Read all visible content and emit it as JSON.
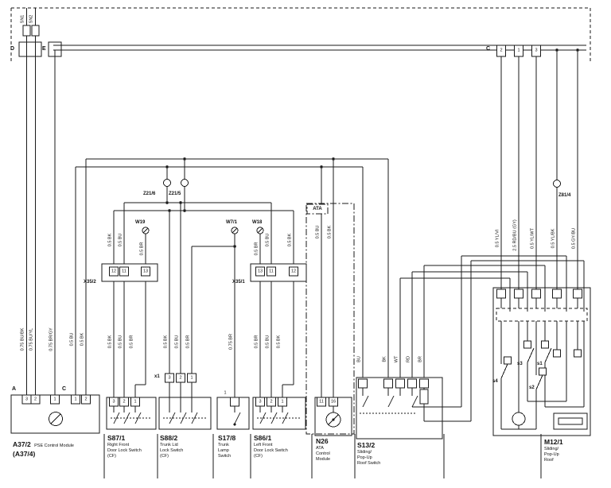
{
  "bus": {
    "sn1": "SN1",
    "sn2": "SN2",
    "d": "D",
    "e": "E",
    "c": "C",
    "c_pins": [
      "2",
      "1",
      "3"
    ]
  },
  "splices": {
    "z21_6": "Z21/6",
    "z21_5": "Z21/5",
    "z81_4": "Z81/4"
  },
  "grounds": {
    "w19": "W19",
    "w7_1": "W7/1",
    "w18": "W18"
  },
  "misc": {
    "ata": "ATA",
    "x1": "x1"
  },
  "connectors": {
    "x35_2": {
      "label": "X35/2",
      "pins": [
        "12",
        "11",
        "13"
      ]
    },
    "x35_1": {
      "label": "X35/1",
      "pins": [
        "13",
        "11",
        "12"
      ]
    }
  },
  "components": {
    "a37_2": {
      "id": "A37/2",
      "name": "PSE Control Module",
      "alt": "(A37/4)",
      "conn_a": "A",
      "conn_c": "C",
      "pins": [
        "3",
        "2",
        "1",
        "1",
        "2"
      ]
    },
    "s87_1": {
      "id": "S87/1",
      "pins": [
        "3",
        "2",
        "1"
      ],
      "desc": [
        "Right Front",
        "Door Lock Switch",
        "(CF)"
      ]
    },
    "s88_2": {
      "id": "S88/2",
      "pins": [
        "3",
        "2",
        "1"
      ],
      "desc": [
        "Trunk Lid",
        "Lock Switch",
        "(CF)"
      ]
    },
    "s17_8": {
      "id": "S17/8",
      "pin": "1",
      "desc": [
        "Trunk",
        "Lamp",
        "Switch"
      ]
    },
    "s86_1": {
      "id": "S86/1",
      "pins": [
        "3",
        "2",
        "1"
      ],
      "desc": [
        "Left Front",
        "Door Lock Switch",
        "(CF)"
      ]
    },
    "n26": {
      "id": "N26",
      "pins": [
        "11",
        "16"
      ],
      "desc": [
        "ATA",
        "Control",
        "Module"
      ]
    },
    "s13_2": {
      "id": "S13/2",
      "desc": [
        "Sliding/",
        "Pop-Up",
        "Roof Switch"
      ]
    },
    "m12_1": {
      "id": "M12/1",
      "desc": [
        "Sliding/",
        "Pop-Up",
        "Roof"
      ],
      "sw": [
        "s1",
        "s2",
        "s3",
        "s4"
      ]
    }
  },
  "wires": {
    "a37_a1": "0.75 BU/BK",
    "a37_a2": "0.75 BU/YL",
    "a37_b": "0.75 BR/GY",
    "a37_c1": "0.5 BU",
    "a37_c2": "0.5 BK",
    "x35_2_up": [
      "0.5 BK",
      "0.5 BU",
      "0.5 BR"
    ],
    "x35_2_dn": [
      "0.5 BK",
      "0.5 BU",
      "0.5 BR"
    ],
    "s88_2": [
      "0.5 BK",
      "0.5 BU",
      "0.5 BR"
    ],
    "s17_8": "0.75 BR",
    "x35_1_up": [
      "0.5 BR",
      "0.5 BU",
      "0.5 BK"
    ],
    "x35_1_dn": [
      "0.5 BR",
      "0.5 BU",
      "0.5 BK"
    ],
    "n26": [
      "0.5 BU",
      "0.5 BK"
    ],
    "s13_2": [
      "BU",
      "BK",
      "WT",
      "RD",
      "BR"
    ],
    "m12_1": [
      "0.5 YL/VI",
      "2.5 RD/BU (GY)",
      "0.5 YL/WT",
      "0.5 YL/BK",
      "0.5 GY/BU"
    ]
  },
  "colors": {
    "line": "#1a1a1a",
    "background": "#ffffff"
  }
}
